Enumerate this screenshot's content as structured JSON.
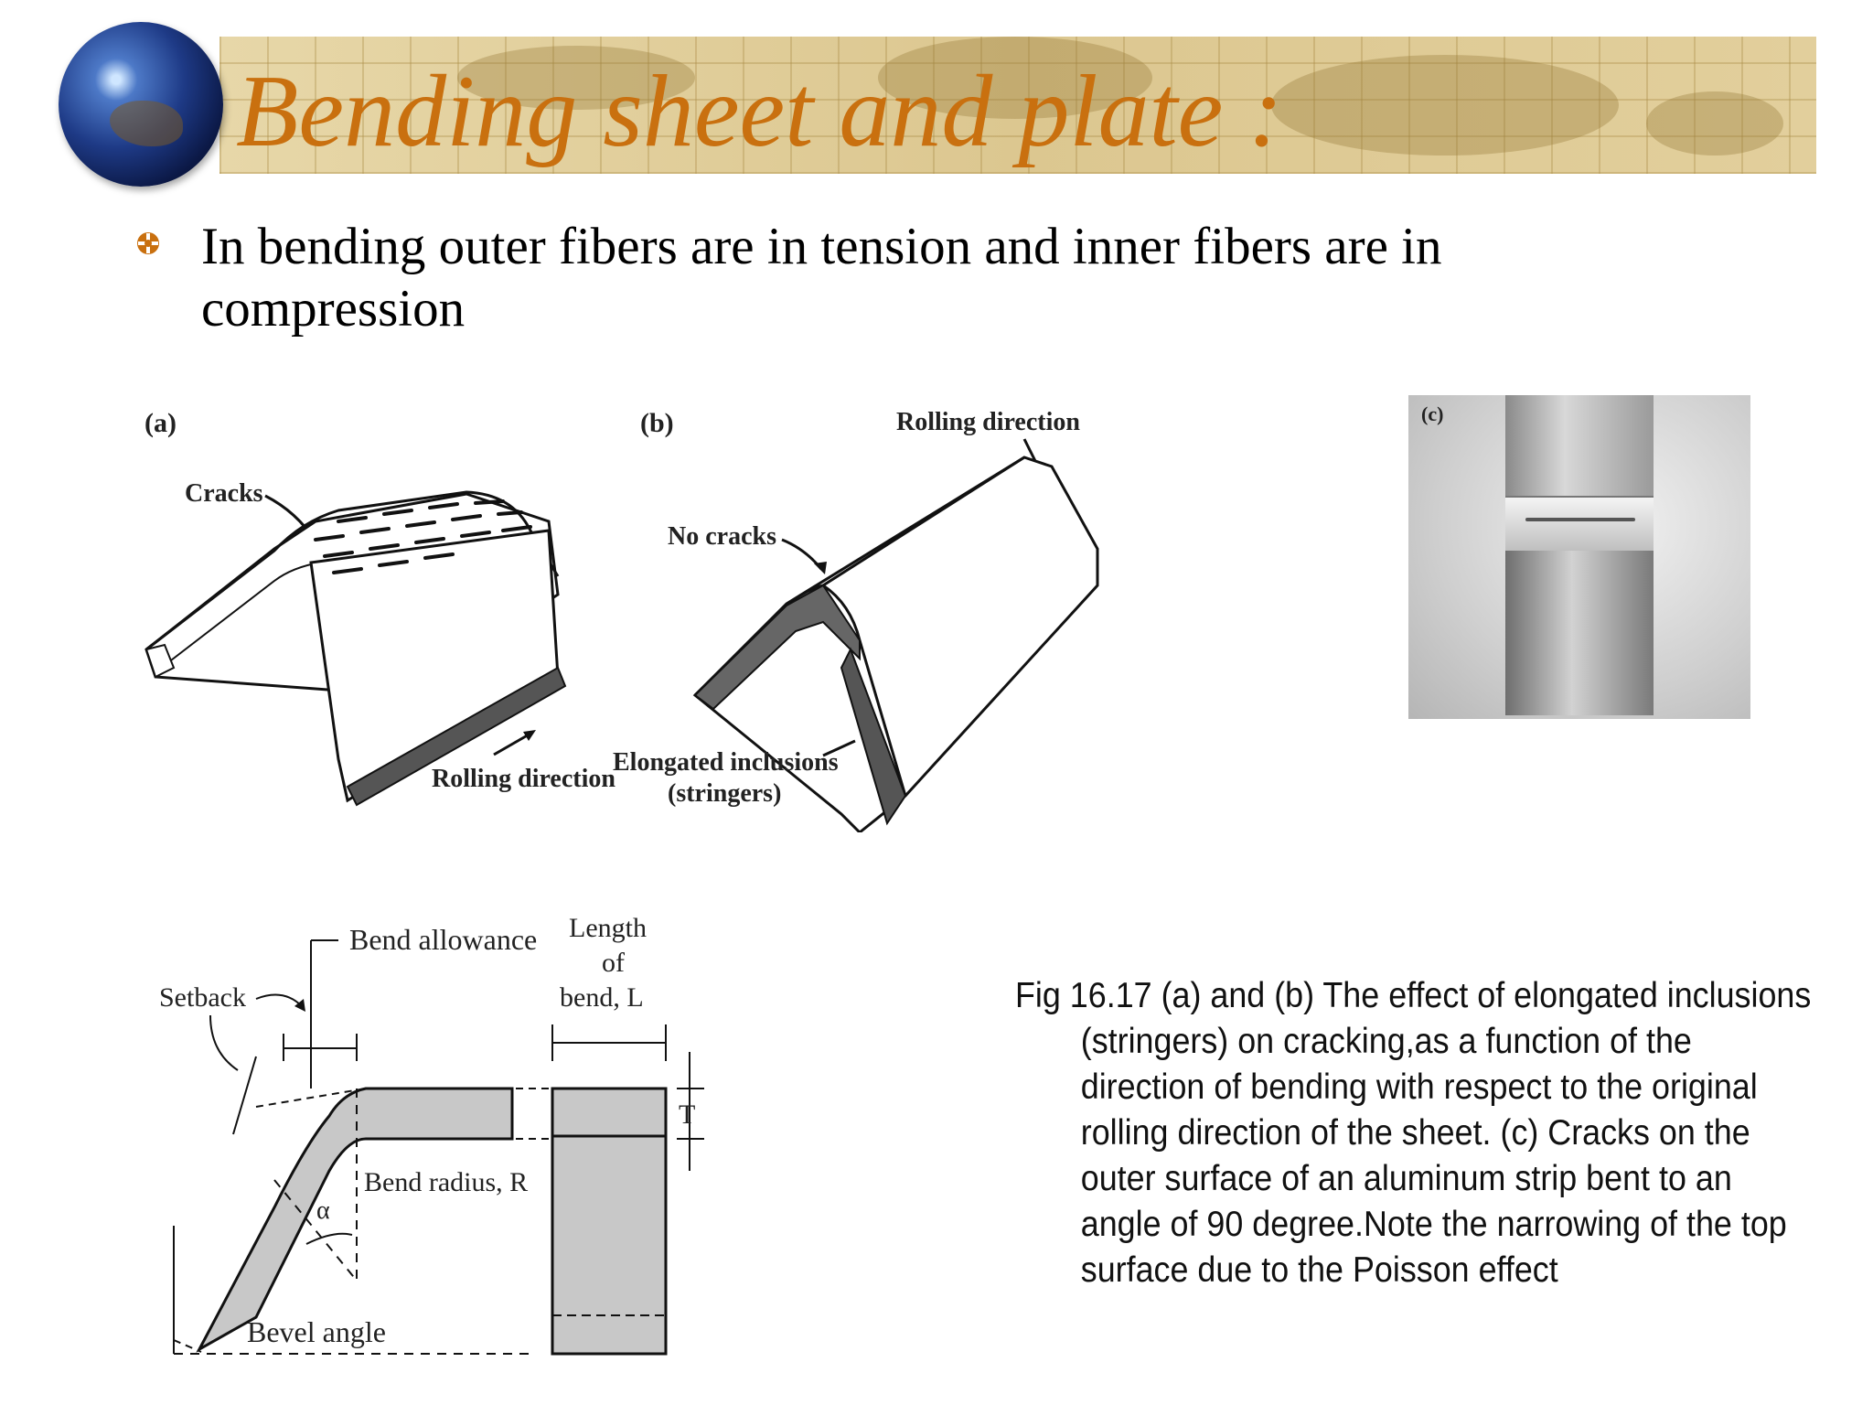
{
  "slide": {
    "title": "Bending sheet and plate :",
    "bullet": "In bending outer fibers are in tension and inner fibers are in compression"
  },
  "figure_top": {
    "panel_a": {
      "label": "(a)",
      "cracks": "Cracks",
      "rolling": "Rolling direction"
    },
    "panel_b": {
      "label": "(b)",
      "rolling": "Rolling direction",
      "no_cracks": "No cracks",
      "inclusions_1": "Elongated inclusions",
      "inclusions_2": "(stringers)"
    },
    "panel_c": {
      "label": "(c)"
    }
  },
  "figure_bottom": {
    "bend_allowance": "Bend allowance",
    "length_1": "Length",
    "length_2": "of",
    "length_3": "bend, L",
    "setback": "Setback",
    "thickness": "T",
    "bend_radius": "Bend radius, R",
    "alpha": "α",
    "bevel_angle": "Bevel angle"
  },
  "caption": "Fig 16.17 (a) and (b) The effect of elongated inclusions (stringers) on cracking,as a function of the direction of bending with respect to the original rolling direction of the sheet. (c) Cracks on the outer surface of an aluminum strip bent to an angle of 90 degree.Note the narrowing of the top surface due to the Poisson effect",
  "colors": {
    "title": "#c9700f",
    "title_bar": "#dcc790",
    "bullet": "#c9700f"
  }
}
